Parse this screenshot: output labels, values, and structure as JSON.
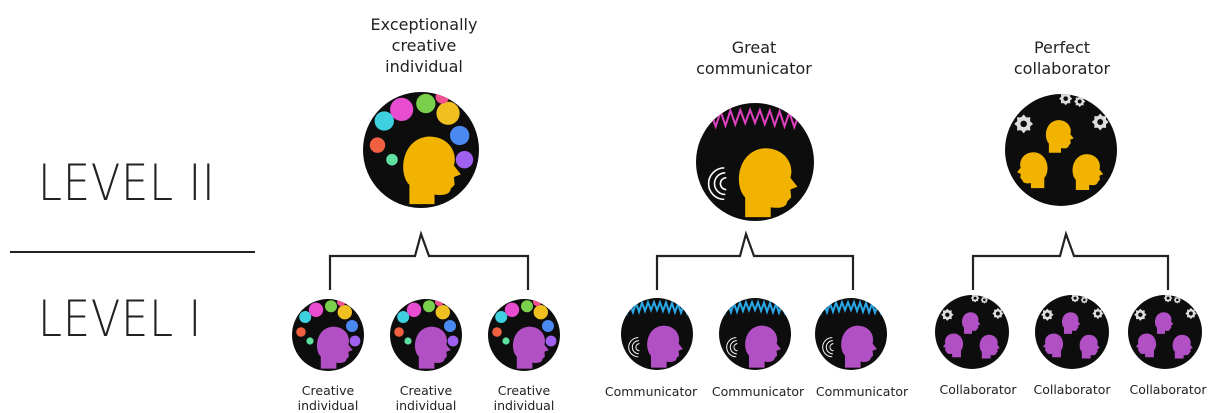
{
  "levels": {
    "level2": "LEVEL II",
    "level1": "LEVEL I"
  },
  "groups": [
    {
      "title": "Exceptionally\ncreative\nindividual",
      "theme": "creative",
      "members": [
        "Creative\nindividual",
        "Creative\nindividual",
        "Creative\nindividual"
      ]
    },
    {
      "title": "Great\ncommunicator",
      "theme": "communicator",
      "members": [
        "Communicator",
        "Communicator",
        "Communicator"
      ]
    },
    {
      "title": "Perfect\ncollaborator",
      "theme": "collaborator",
      "members": [
        "Collaborator",
        "Collaborator",
        "Collaborator"
      ]
    }
  ],
  "colors": {
    "line": "#222222",
    "circle_bg": "#0d0d0d",
    "gold_head": "#f2b300",
    "purple_head": "#b14fc4",
    "wave_pink": "#e040c0",
    "wave_blue": "#2aa8e8"
  },
  "icons": [
    "head-silhouette-icon",
    "gear-icon",
    "sound-wave-icon",
    "colorful-bubbles-icon"
  ]
}
